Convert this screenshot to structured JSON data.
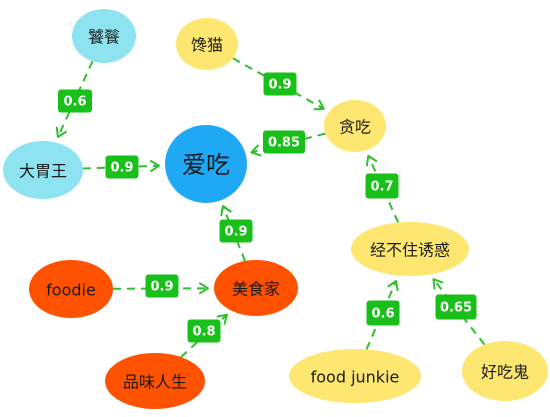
{
  "nodes": [
    {
      "id": "taotie",
      "label": "饕餮",
      "color": "#8ee3f0"
    },
    {
      "id": "dawei",
      "label": "大胃王",
      "color": "#8ee3f0"
    },
    {
      "id": "aichi",
      "label": "爱吃",
      "color": "#1fa8f4"
    },
    {
      "id": "chanmao",
      "label": "馋猫",
      "color": "#fde770"
    },
    {
      "id": "tanchi",
      "label": "贪吃",
      "color": "#fde770"
    },
    {
      "id": "jingbuzhu",
      "label": "经不住诱惑",
      "color": "#fde770"
    },
    {
      "id": "foodjunkie",
      "label": "food junkie",
      "color": "#fde770"
    },
    {
      "id": "haochigui",
      "label": "好吃鬼",
      "color": "#fde770"
    },
    {
      "id": "foodie",
      "label": "foodie",
      "color": "#ff5200"
    },
    {
      "id": "meishijia",
      "label": "美食家",
      "color": "#ff5200"
    },
    {
      "id": "pinwei",
      "label": "品味人生",
      "color": "#ff5200"
    }
  ],
  "edges": [
    {
      "from": "taotie",
      "to": "dawei",
      "weight": "0.6"
    },
    {
      "from": "dawei",
      "to": "aichi",
      "weight": "0.9"
    },
    {
      "from": "chanmao",
      "to": "tanchi",
      "weight": "0.9"
    },
    {
      "from": "tanchi",
      "to": "aichi",
      "weight": "0.85"
    },
    {
      "from": "jingbuzhu",
      "to": "tanchi",
      "weight": "0.7"
    },
    {
      "from": "foodjunkie",
      "to": "jingbuzhu",
      "weight": "0.6"
    },
    {
      "from": "haochigui",
      "to": "jingbuzhu",
      "weight": "0.65"
    },
    {
      "from": "meishijia",
      "to": "aichi",
      "weight": "0.9"
    },
    {
      "from": "foodie",
      "to": "meishijia",
      "weight": "0.9"
    },
    {
      "from": "pinwei",
      "to": "meishijia",
      "weight": "0.8"
    }
  ],
  "colors": {
    "edge": "#2fbf2f",
    "weight_box": "#19c019",
    "weight_text": "#ffffff"
  }
}
